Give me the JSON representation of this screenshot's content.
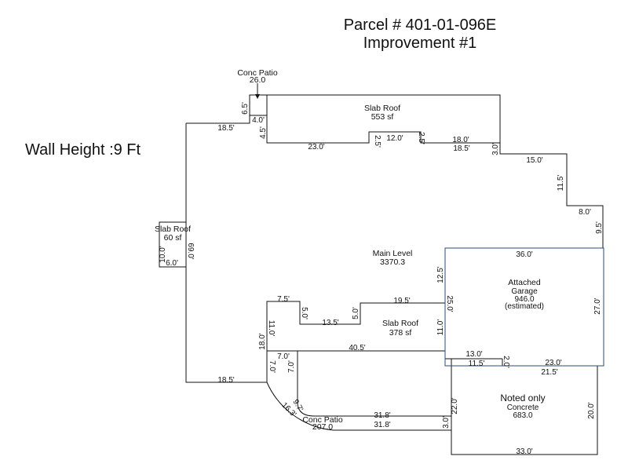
{
  "header": {
    "parcel_title": "Parcel # 401-01-096E",
    "improvement_title": "Improvement #1"
  },
  "wall_height": "Wall Height :9 Ft",
  "colors": {
    "line": "#111111",
    "garage_outline": "#2a4d7a"
  },
  "areas": {
    "slab_roof_top": {
      "name": "Slab Roof",
      "area": "553 sf"
    },
    "slab_roof_left": {
      "name": "Slab Roof",
      "area": "60 sf"
    },
    "main_level": {
      "name": "Main Level",
      "area": "3370.3"
    },
    "attached_garage": {
      "name": "Attached",
      "sub": "Garage",
      "area": "946.0",
      "note": "(estimated)"
    },
    "slab_roof_mid": {
      "name": "Slab Roof",
      "area": "378 sf"
    },
    "noted_only": {
      "name": "Noted only",
      "sub": "Concrete",
      "area": "683.0"
    },
    "conc_patio_top": {
      "name": "Conc Patio",
      "area": "26.0"
    },
    "conc_patio_bottom": {
      "name": "Conc Patio",
      "area": "207.0"
    }
  },
  "dimensions": {
    "d_6_5": "6.5'",
    "d_4_0": "4.0'",
    "d_4_5": "4.5'",
    "d_18_5_top": "18.5'",
    "d_23_0_slab": "23.0'",
    "d_2_5_a": "2.5'",
    "d_12_0": "12.0'",
    "d_2_5_b": "2.5'",
    "d_18_0": "18.0'",
    "d_18_5_slab": "18.5'",
    "d_3_0_top": "3.0'",
    "d_15_0": "15.0'",
    "d_11_5_right": "11.5'",
    "d_8_0": "8.0'",
    "d_9_5": "9.5'",
    "d_69_0": "69.0'",
    "d_10_0": "10.0'",
    "d_6_0": "6.0'",
    "d_36_0": "36.0'",
    "d_12_5": "12.5'",
    "d_25_0": "25.0'",
    "d_27_0": "27.0'",
    "d_7_5": "7.5'",
    "d_5_0_a": "5.0'",
    "d_13_5": "13.5'",
    "d_5_0_b": "5.0'",
    "d_19_5": "19.5'",
    "d_11_0_a": "11.0'",
    "d_11_0_b": "11.0'",
    "d_18_0_left": "18.0'",
    "d_40_5": "40.5'",
    "d_13_0": "13.0'",
    "d_11_5_bottom": "11.5'",
    "d_2_0": "2.0'",
    "d_23_0_garage": "23.0'",
    "d_21_5": "21.5'",
    "d_7_0_a": "7.0'",
    "d_7_0_b": "7.0'",
    "d_7_0_c": "7.0'",
    "d_18_5_bottom": "18.5'",
    "d_9_7": "9.7'",
    "d_16_3": "16.3'",
    "d_31_8_a": "31.8'",
    "d_31_8_b": "31.8'",
    "d_22_0": "22.0'",
    "d_3_0_bottom": "3.0'",
    "d_20_0": "20.0'",
    "d_33_0": "33.0'"
  }
}
